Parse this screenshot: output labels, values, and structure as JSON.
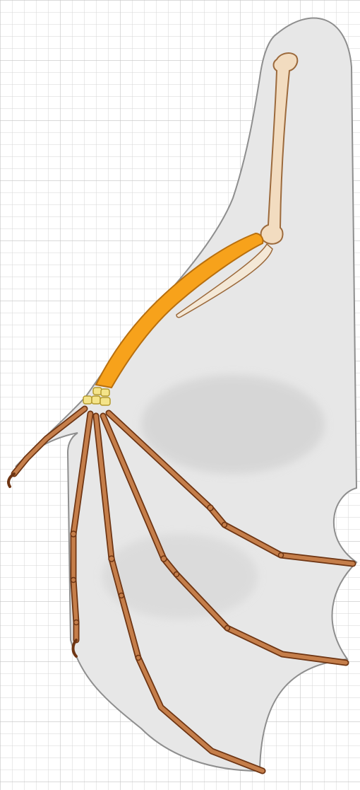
{
  "diagram": {
    "subject": "bat-wing-skeleton",
    "labels": [],
    "colors": {
      "background": "#ffffff",
      "grid_line": "#d6d6d6",
      "grid_line_strong": "#c4c4c4",
      "membrane_fill": "#e7e7e7",
      "membrane_shade": "#d4d4d4",
      "membrane_edge": "#8e8e8e",
      "humerus_fill": "#f2dcc0",
      "humerus_outline": "#9c6a3c",
      "forearm_fill": "#f7a21b",
      "forearm_outline": "#b86f0e",
      "carpal_fill": "#f4e48a",
      "carpal_outline": "#b49a2e",
      "digit_fill": "#c57e4a",
      "digit_outline": "#6e3513"
    },
    "bones": [
      "humerus",
      "radius",
      "ulna",
      "carpals",
      "thumb",
      "digit-2",
      "digit-3",
      "digit-4",
      "digit-5"
    ]
  }
}
